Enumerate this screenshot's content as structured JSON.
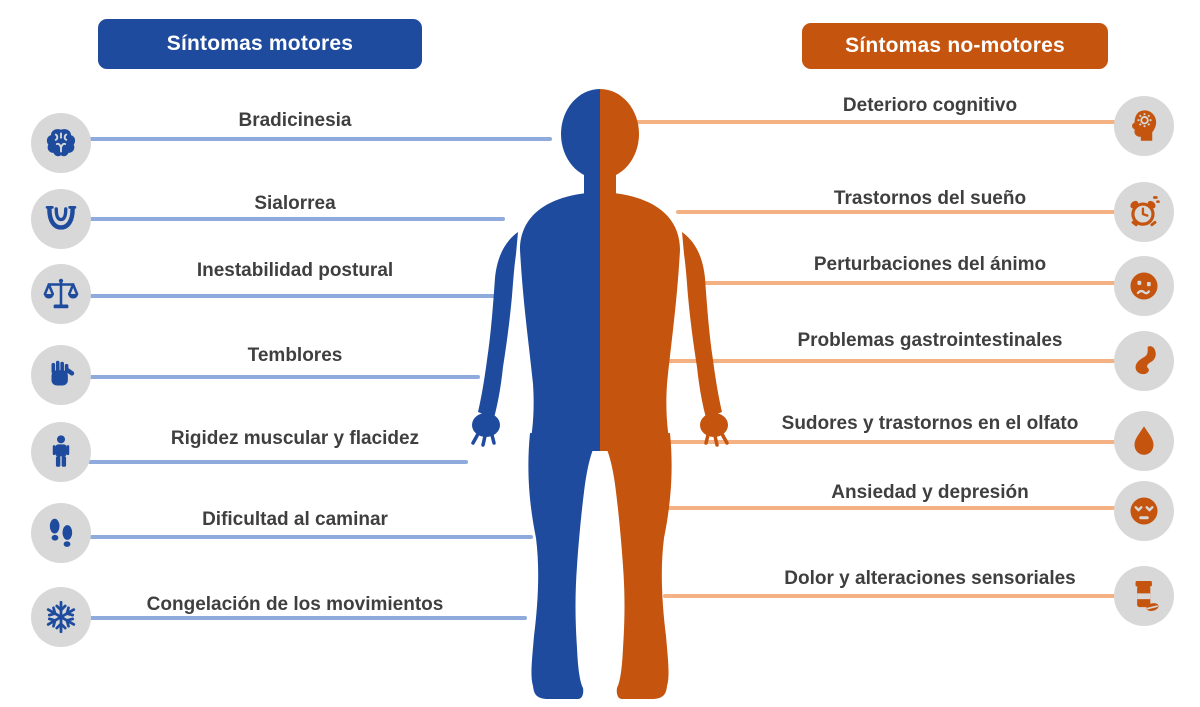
{
  "colors": {
    "blue": "#1E4B9E",
    "orange": "#C4540E",
    "line_blue": "#8FAADC",
    "line_orange": "#F4B183",
    "circle_bg": "#D8D8D8",
    "text": "#3F3F3F",
    "header_text": "#FFFFFF",
    "background": "#FFFFFF"
  },
  "left_panel": {
    "header": "Síntomas motores",
    "items": [
      {
        "label": "Bradicinesia",
        "icon": "brain"
      },
      {
        "label": "Sialorrea",
        "icon": "mouth-tongue"
      },
      {
        "label": "Inestabilidad postural",
        "icon": "balance-scale"
      },
      {
        "label": "Temblores",
        "icon": "hand"
      },
      {
        "label": "Rigidez muscular y flacidez",
        "icon": "person"
      },
      {
        "label": "Dificultad al caminar",
        "icon": "footprints"
      },
      {
        "label": "Congelación de los movimientos",
        "icon": "snowflake"
      }
    ]
  },
  "right_panel": {
    "header": "Síntomas no-motores",
    "items": [
      {
        "label": "Deterioro cognitivo",
        "icon": "cognitive-head"
      },
      {
        "label": "Trastornos del sueño",
        "icon": "alarm-clock"
      },
      {
        "label": "Perturbaciones del ánimo",
        "icon": "sad-face"
      },
      {
        "label": "Problemas gastrointestinales",
        "icon": "stomach"
      },
      {
        "label": "Sudores y trastornos en el olfato",
        "icon": "water-drop"
      },
      {
        "label": "Ansiedad y depresión",
        "icon": "tired-face"
      },
      {
        "label": "Dolor y alteraciones sensoriales",
        "icon": "pill-bottle"
      }
    ]
  }
}
